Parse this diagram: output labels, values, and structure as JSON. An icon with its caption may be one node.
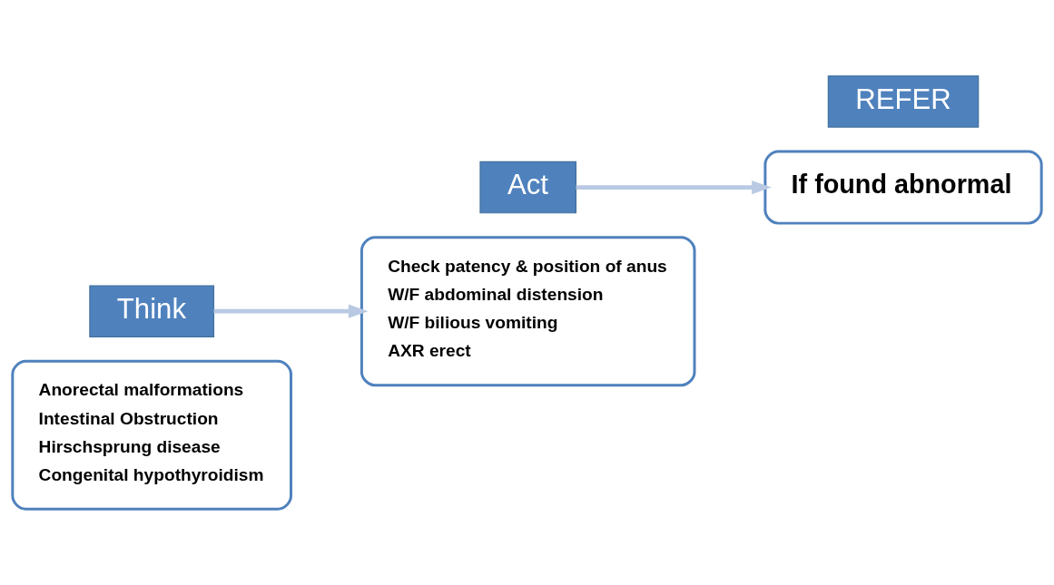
{
  "diagram": {
    "nodes": [
      {
        "text": [
          "Anorectal malformations",
          "Intestinal Obstruction",
          "Hirschsprung disease",
          "Congenital hypothyroidism"
        ]
      },
      {
        "text": [
          "Think"
        ]
      },
      {
        "text": [
          "Act"
        ]
      },
      {
        "text": [
          "Check patency & position of anus",
          "W/F abdominal distension",
          "W/F bilious vomiting",
          "AXR erect"
        ]
      },
      {
        "text": [
          "If found abnormal"
        ]
      },
      {
        "text": [
          "REFER"
        ]
      }
    ],
    "edges": [
      {
        "from": 1,
        "to": 3,
        "arrow": "to"
      },
      {
        "from": 2,
        "to": 4,
        "arrow": "to"
      }
    ]
  }
}
